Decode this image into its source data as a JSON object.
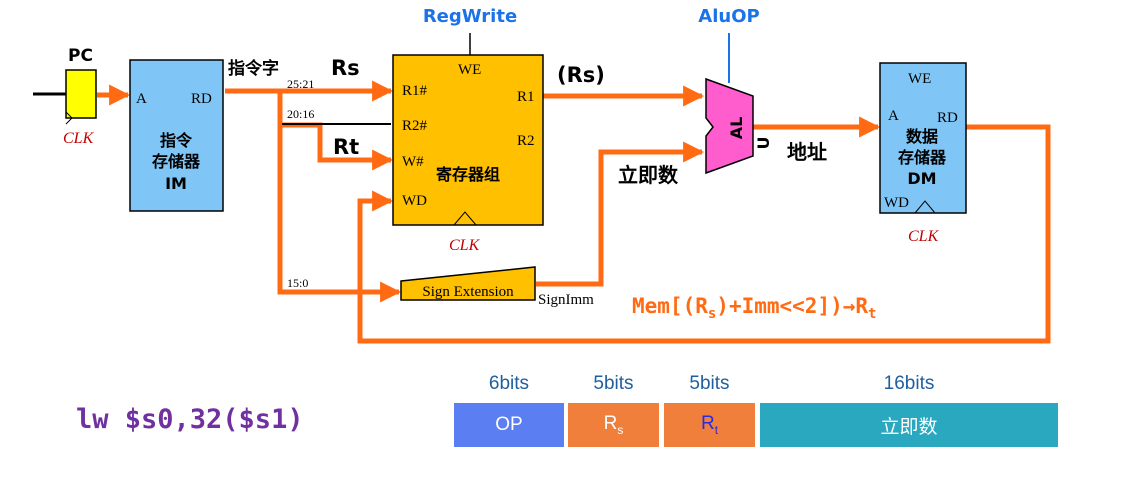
{
  "pc": {
    "label": "PC",
    "clk": "CLK"
  },
  "im": {
    "port_a": "A",
    "port_rd": "RD",
    "name_line1": "指令",
    "name_line2": "存储器",
    "name_line3": "IM"
  },
  "bus": {
    "instr_word": "指令字",
    "bits_25_21": "25:21",
    "bits_20_16": "20:16",
    "bits_15_0": "15:0",
    "rs": "Rs",
    "rt": "Rt"
  },
  "regfile": {
    "control": "RegWrite",
    "we": "WE",
    "r1_addr": "R1#",
    "r2_addr": "R2#",
    "w_addr": "W#",
    "wd": "WD",
    "r1": "R1",
    "r2": "R2",
    "name": "寄存器组",
    "clk": "CLK"
  },
  "alu": {
    "control": "AluOP",
    "label": "AL",
    "label_u": "U",
    "rs_out": "(Rs)",
    "imm": "立即数",
    "addr": "地址"
  },
  "dm": {
    "we": "WE",
    "port_a": "A",
    "port_rd": "RD",
    "name_line1": "数据",
    "name_line2": "存储器",
    "name_line3": "DM",
    "wd": "WD",
    "clk": "CLK"
  },
  "sign_ext": {
    "label": "Sign Extension",
    "out": "SignImm"
  },
  "operation": {
    "prefix": "Mem[(R",
    "sub1": "s",
    "middle": ")+Imm<<2])→R",
    "sub2": "t"
  },
  "instruction": "lw $s0,32($s1)",
  "format": {
    "fields": [
      {
        "bits": "6bits",
        "name": "OP",
        "color": "#5b7ff2"
      },
      {
        "bits": "5bits",
        "name": "R",
        "sub": "s",
        "color": "#f07f3c"
      },
      {
        "bits": "5bits",
        "name": "R",
        "sub": "t",
        "color": "#f07f3c"
      },
      {
        "bits": "16bits",
        "name": "立即数",
        "color": "#2aa8bf"
      }
    ]
  },
  "colors": {
    "wire": "#ff6a13",
    "block_blue": "#7fc6f7",
    "block_yellow": "#ffc000",
    "alu": "#ff5ccd",
    "pc_yellow": "#ffff00",
    "label_blue": "#1a73e8",
    "clk_red": "#c00000",
    "instr_purple": "#7030a0"
  }
}
